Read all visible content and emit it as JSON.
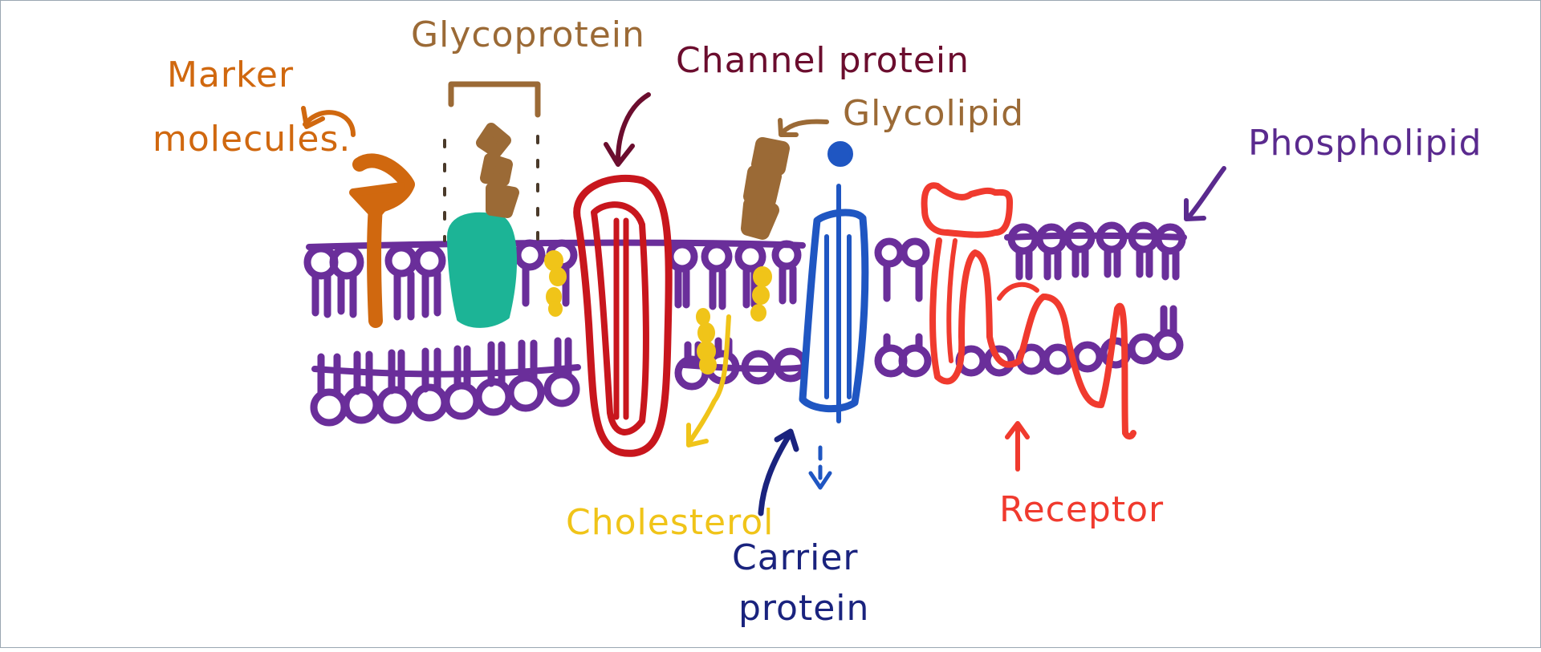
{
  "labels": {
    "marker_molecules_line1": "Marker",
    "marker_molecules_line2": "molecules.",
    "glycoprotein": "Glycoprotein",
    "channel_protein": "Channel protein",
    "glycolipid": "Glycolipid",
    "phospholipid": "Phospholipid",
    "cholesterol": "Cholesterol",
    "carrier_protein_line1": "Carrier",
    "carrier_protein_line2": "protein",
    "receptor": "Receptor"
  },
  "colors": {
    "membrane": "#6a2e9a",
    "marker": "#d0680f",
    "glycoprotein": "#9b6a36",
    "glycoprotein_base": "#1cb496",
    "channel": "#c8161d",
    "channel_label": "#6b0d2e",
    "glycolipid": "#9b6a36",
    "cholesterol": "#f0c419",
    "carrier": "#1f56c2",
    "carrier_label": "#1a237e",
    "receptor": "#f03a2e",
    "phospholipid_label": "#5a2a8e"
  }
}
